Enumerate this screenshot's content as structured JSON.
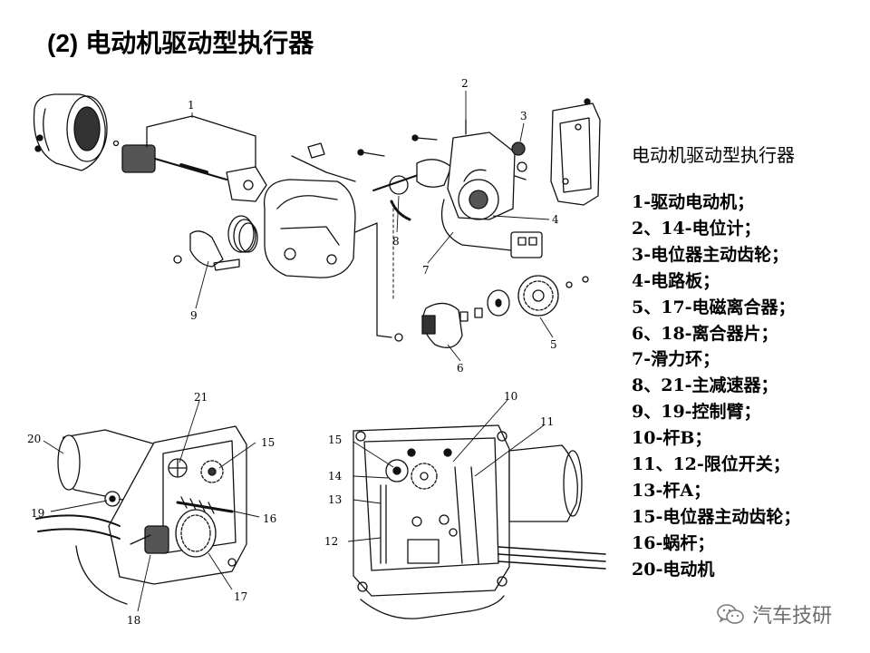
{
  "slide": {
    "title_prefix": "(2)",
    "title": "电动机驱动型执行器"
  },
  "legend": {
    "heading": "电动机驱动型执行器",
    "items": [
      "1-驱动电动机；",
      "2、14-电位计；",
      "3-电位器主动齿轮；",
      "4-电路板；",
      "5、17-电磁离合器；",
      "6、18-离合器片；",
      "7-滑力环；",
      "8、21-主减速器；",
      "9、19-控制臂；",
      "10-杆B；",
      "11、12-限位开关；",
      "13-杆A；",
      "15-电位器主动齿轮；",
      "16-蜗杆；",
      "20-电动机"
    ]
  },
  "figures": {
    "exploded": {
      "callouts": [
        "1",
        "2",
        "3",
        "4",
        "5",
        "6",
        "7",
        "8",
        "9"
      ]
    },
    "cutaway": {
      "callouts": [
        "15",
        "16",
        "17",
        "18",
        "19",
        "20",
        "21"
      ]
    },
    "front": {
      "callouts": [
        "10",
        "11",
        "12",
        "13",
        "14",
        "15"
      ]
    }
  },
  "watermark": {
    "text": "汽车技研",
    "icon": "wechat-icon"
  }
}
